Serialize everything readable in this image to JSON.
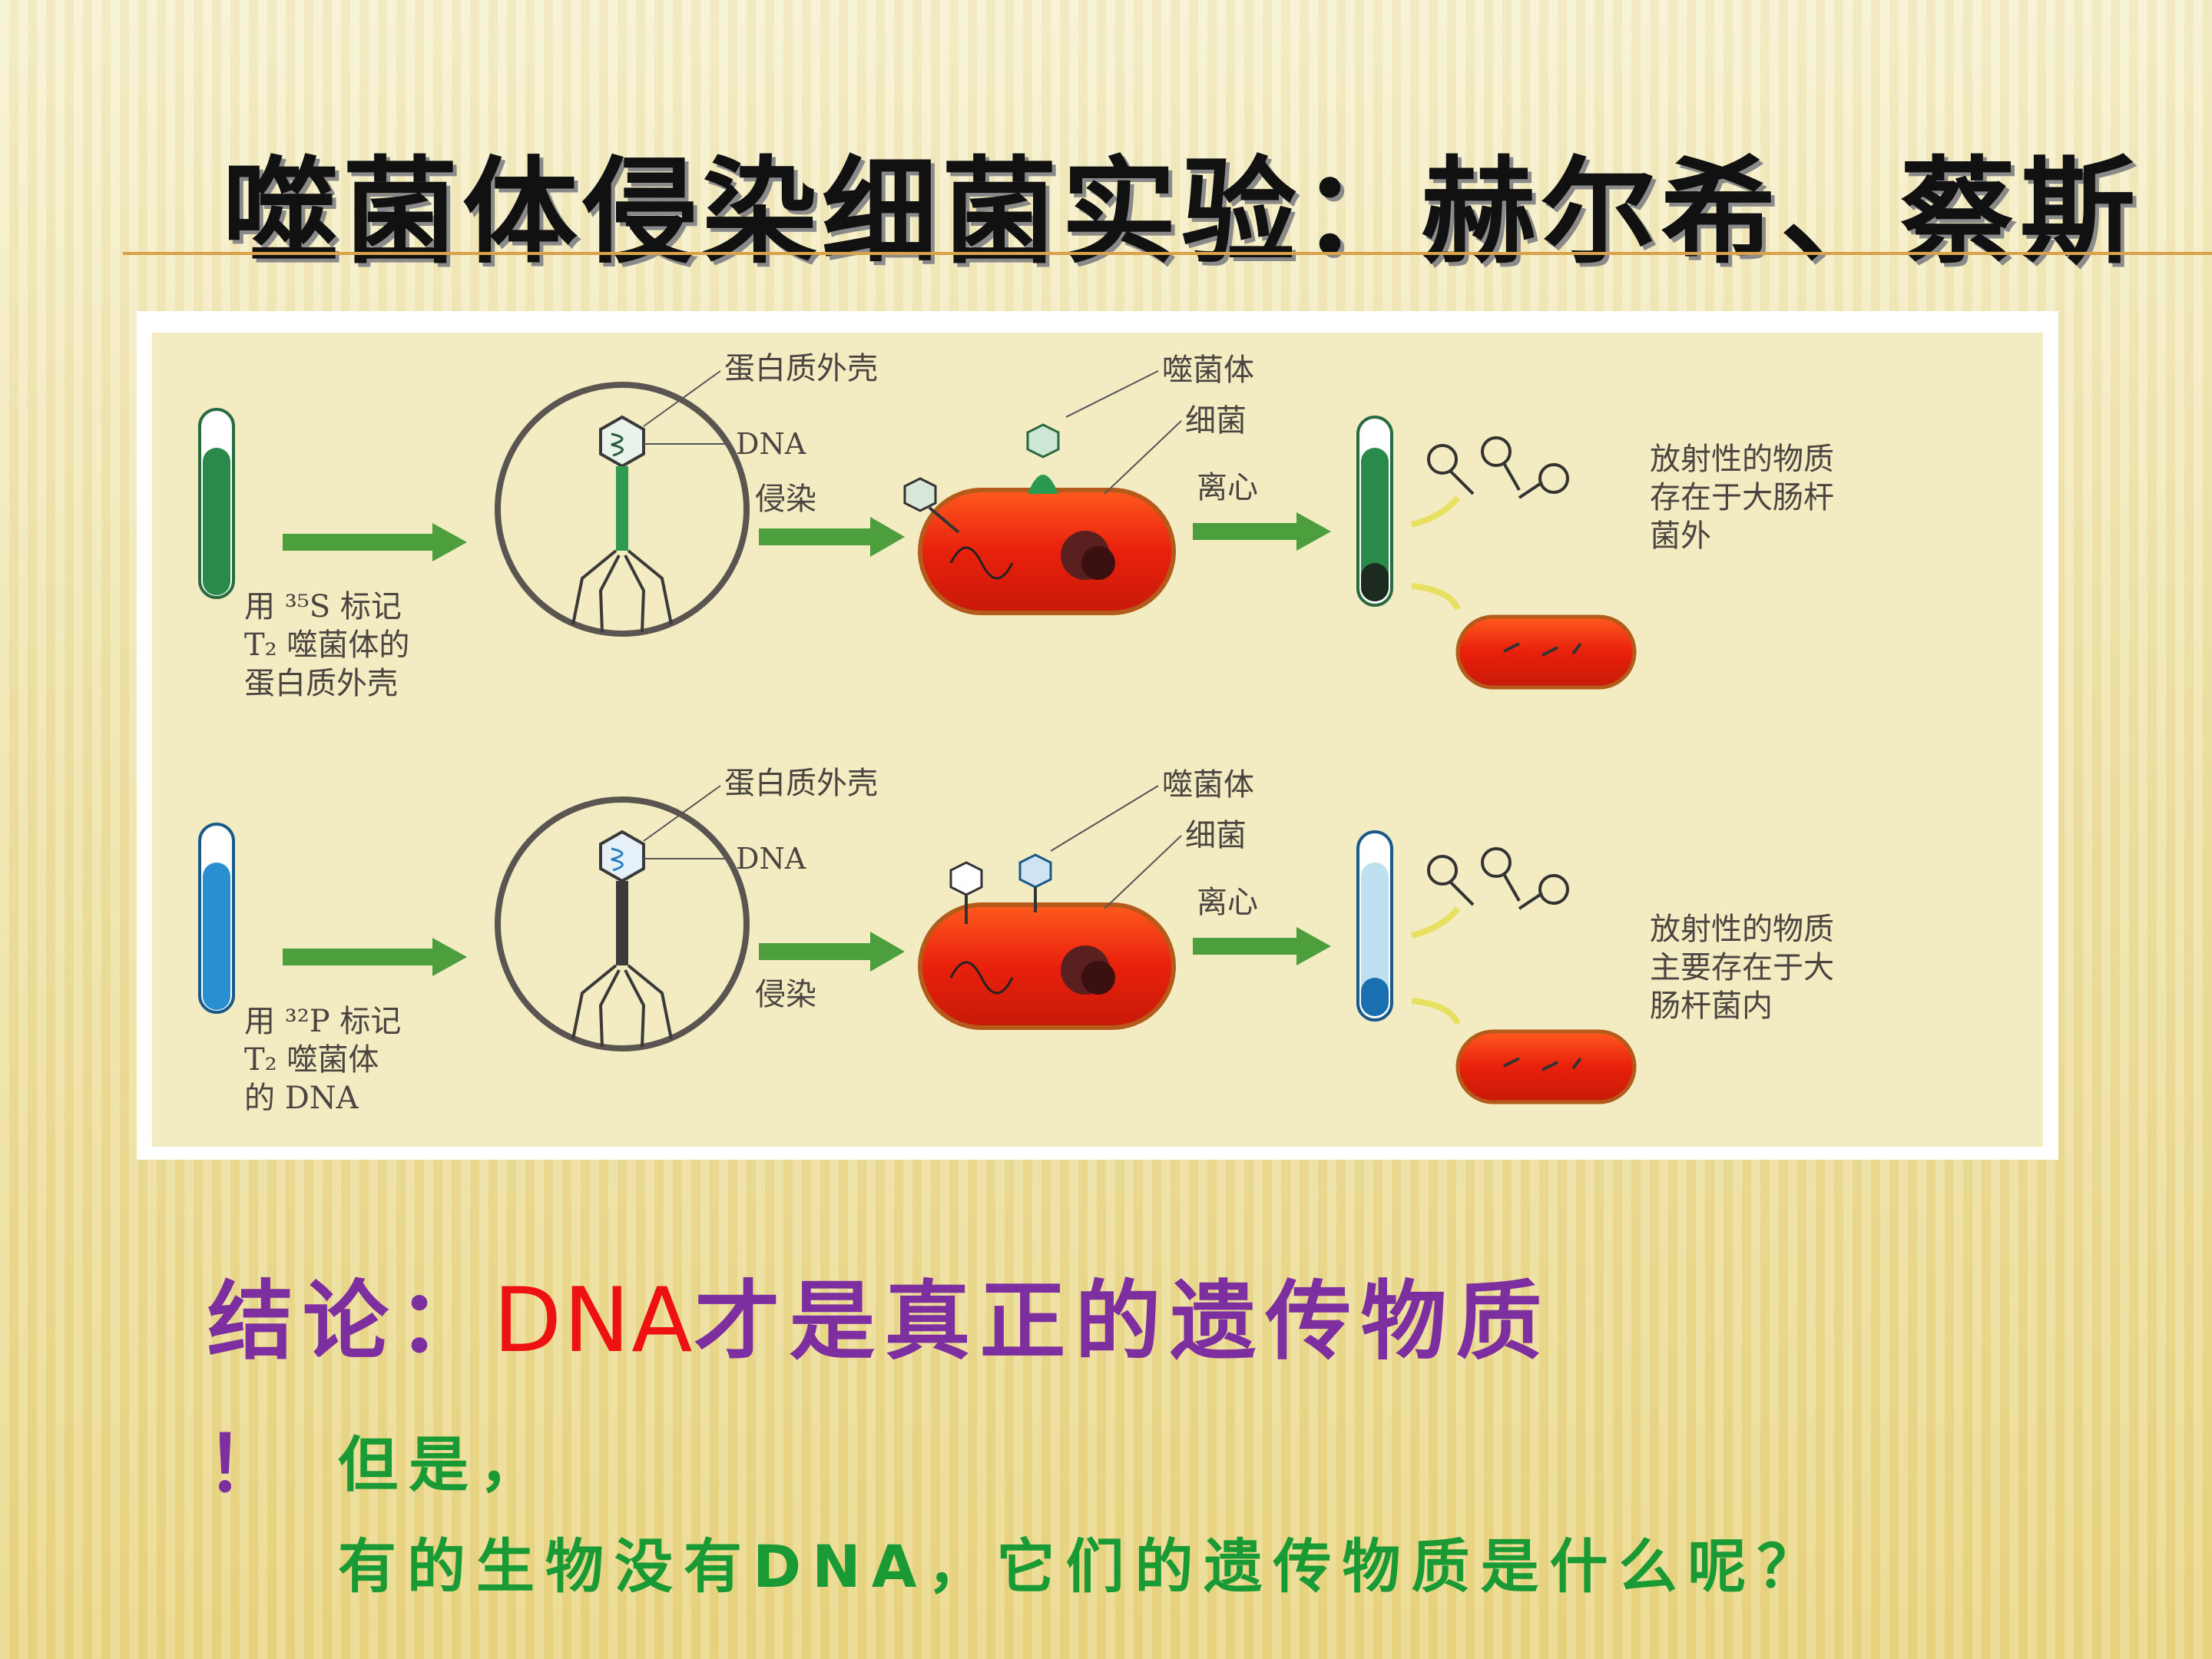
{
  "title": "噬菌体侵染细菌实验：赫尔希、蔡斯",
  "figure": {
    "top_row": {
      "label_protein_coat": "蛋白质外壳",
      "label_dna": "DNA",
      "label_infect": "侵染",
      "label_phage": "噬菌体",
      "label_bacteria": "细菌",
      "label_centrifuge": "离心",
      "tube_caption": [
        "用 ³⁵S 标记",
        "T₂ 噬菌体的",
        "蛋白质外壳"
      ],
      "result_caption": [
        "放射性的物质",
        "存在于大肠杆",
        "菌外"
      ],
      "colors": {
        "tube": "#2a8a4a",
        "pellet": "#1d2a20"
      }
    },
    "bottom_row": {
      "label_protein_coat": "蛋白质外壳",
      "label_dna": "DNA",
      "label_infect": "侵染",
      "label_phage": "噬菌体",
      "label_bacteria": "细菌",
      "label_centrifuge": "离心",
      "tube_caption": [
        "用 ³²P 标记",
        "T₂ 噬菌体",
        "的 DNA"
      ],
      "result_caption": [
        "放射性的物质",
        "主要存在于大",
        "肠杆菌内"
      ],
      "colors": {
        "tube": "#2a8fd0",
        "pellet": "#1a6fb0"
      }
    }
  },
  "conclusion": {
    "prefix": "结论：",
    "dna": "DNA",
    "suffix": "才是真正的遗传物质",
    "exclaim": "！"
  },
  "followup": {
    "line1": "但是，",
    "line2": "有的生物没有DNA，它们的遗传物质是什么呢？"
  },
  "colors": {
    "title": "#111111",
    "conclusion": "#7d2fa0",
    "dna": "#ee1111",
    "followup": "#1a9a35",
    "rule": "#d9a24a"
  }
}
